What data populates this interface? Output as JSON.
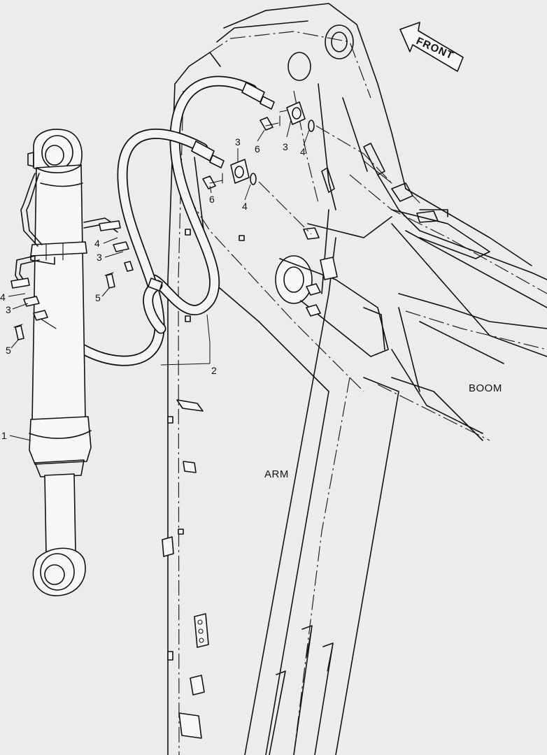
{
  "direction_indicator": {
    "label": "FRONT"
  },
  "region_labels": {
    "boom": "BOOM",
    "arm": "ARM"
  },
  "callouts": {
    "cylinder": "1",
    "hose_assembly": "2",
    "flange_top": "3",
    "oring_top": "4",
    "bolt_top": "6",
    "flange_mid": "3",
    "bolt_mid": "6",
    "oring_mid": "4",
    "oring_cyl_upper": "4",
    "flange_cyl_upper": "3",
    "bolt_cyl_upper": "5",
    "oring_cyl_lower": "4",
    "flange_cyl_lower": "3",
    "bolt_cyl_lower": "5"
  }
}
